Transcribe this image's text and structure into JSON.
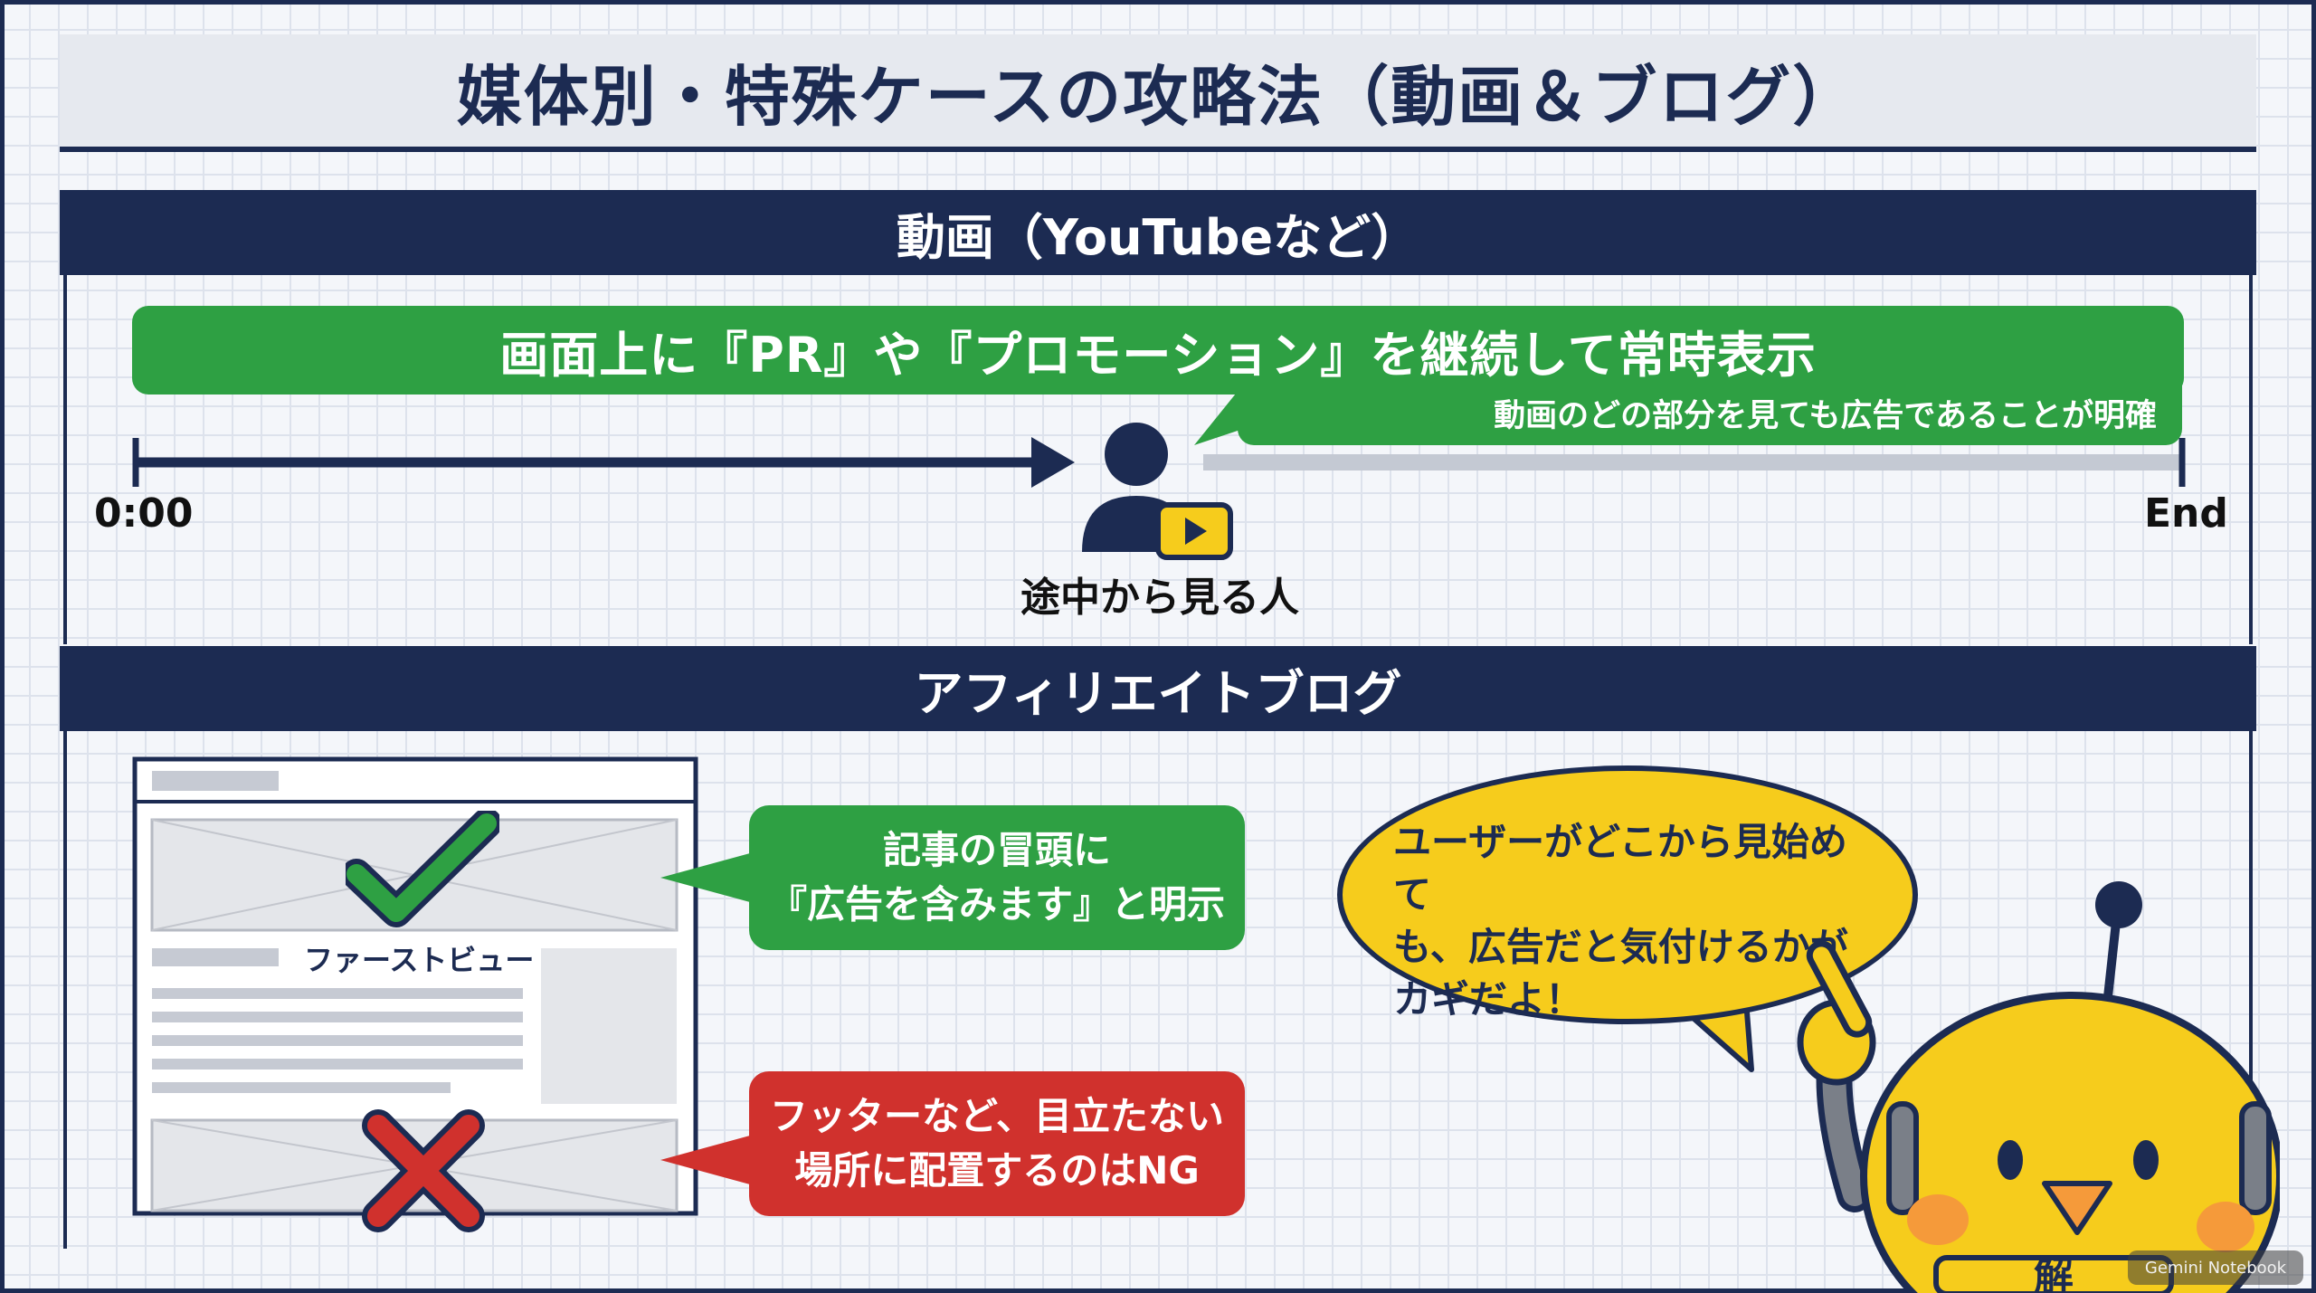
{
  "title": "媒体別・特殊ケースの攻略法（動画＆ブログ）",
  "video_section": {
    "heading": "動画（YouTubeなど）",
    "banner": "画面上に『PR』や『プロモーション』を継続して常時表示",
    "banner_sub": "動画のどの部分を見ても広告であることが明確",
    "timeline_start": "0:00",
    "timeline_end": "End",
    "viewer_label": "途中から見る人",
    "viewer_icon": "person-play-icon"
  },
  "blog_section": {
    "heading": "アフィリエイトブログ",
    "first_view_label": "ファーストビュー",
    "good_callout": "記事の冒頭に\n『広告を含みます』と明示",
    "bad_callout": "フッターなど、目立たない\n場所に配置するのはNG",
    "check_icon": "check-icon",
    "cross_icon": "cross-icon"
  },
  "mascot": {
    "speech": "ユーザーがどこから見始めて\nも、広告だと気付けるかが\nカギだよ！",
    "badge_text": "解"
  },
  "watermark": "Gemini Notebook",
  "colors": {
    "navy": "#1c2b52",
    "green": "#2ea043",
    "red": "#d0312d",
    "yellow": "#f6cc1c"
  }
}
